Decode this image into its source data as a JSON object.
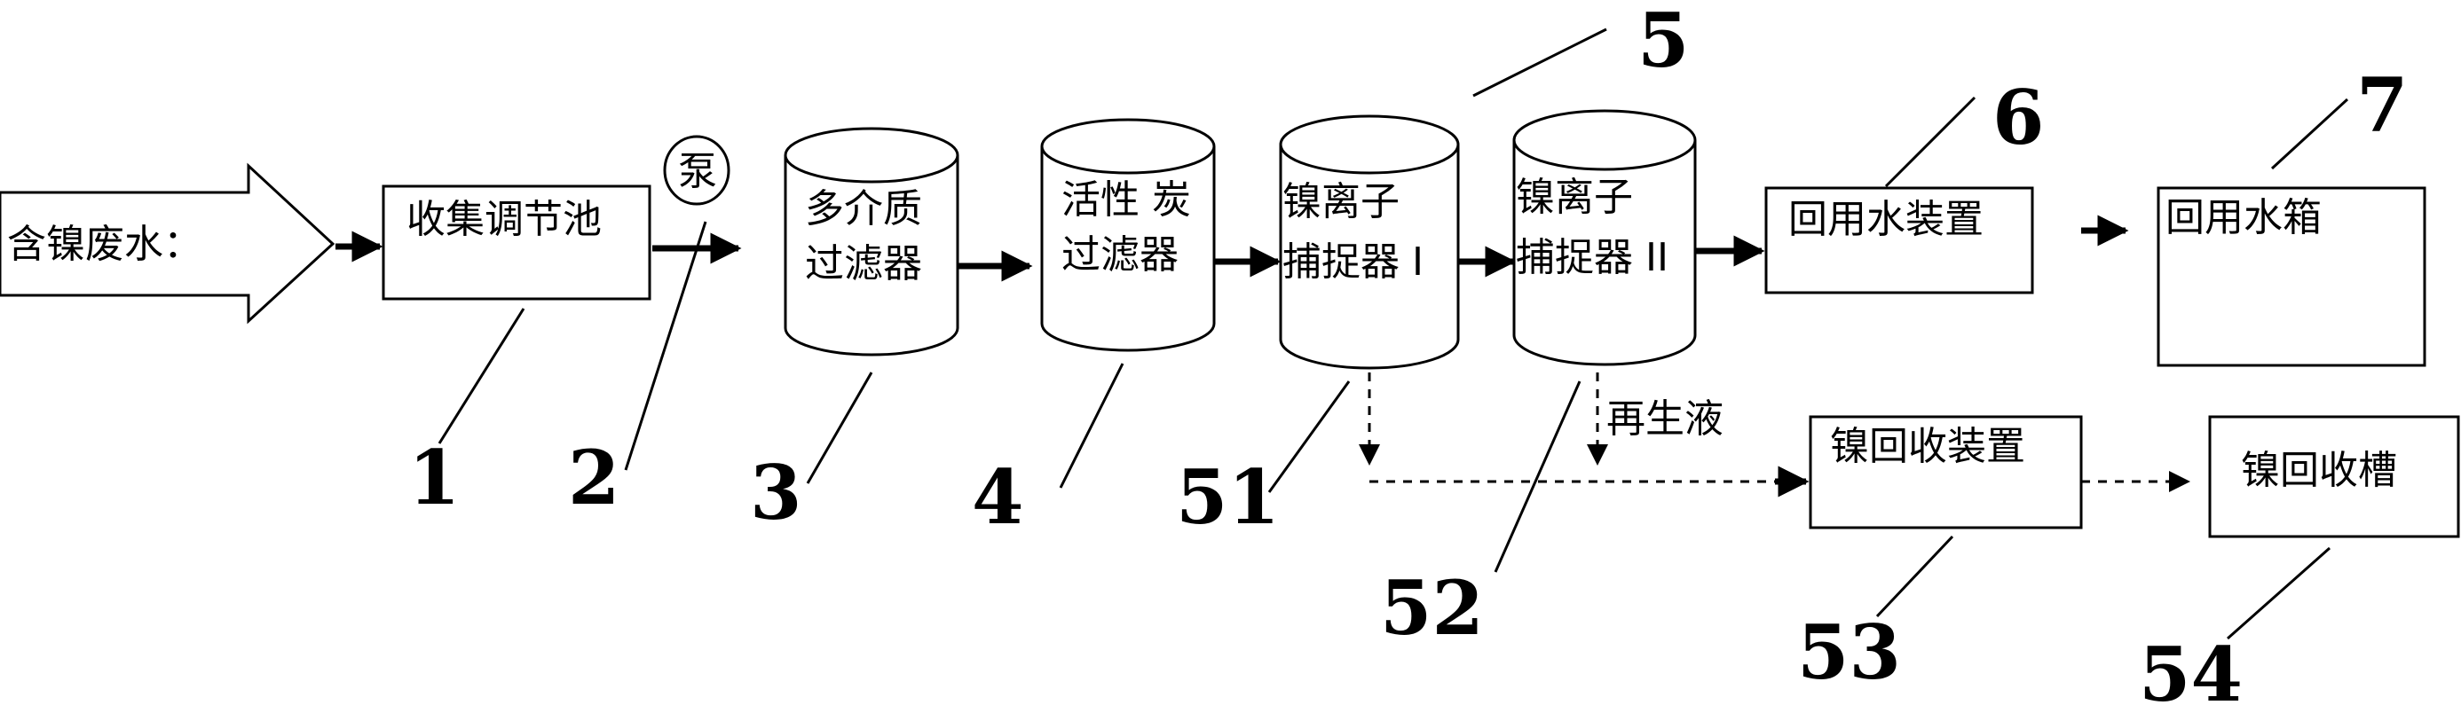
{
  "labels": {
    "inlet": "含镍废水：",
    "collection_tank": "收集调节池",
    "pump": "泵",
    "multimedia_filter": [
      "多介质",
      "过滤器"
    ],
    "carbon_filter": [
      "活性 炭",
      "过滤器"
    ],
    "catcher_1": [
      "镍离子",
      "捕捉器 I"
    ],
    "catcher_2": [
      "镍离子",
      "捕捉器 II"
    ],
    "reuse_device": "回用水装置",
    "reuse_tank": "回用水箱",
    "regen_liquid": "再生液",
    "nickel_recovery_device": "镍回收装置",
    "nickel_recovery_tank": "镍回收槽"
  },
  "numbers": {
    "n1": "1",
    "n2": "2",
    "n3": "3",
    "n4": "4",
    "n5": "5",
    "n51": "51",
    "n52": "52",
    "n53": "53",
    "n54": "54",
    "n6": "6",
    "n7": "7"
  }
}
